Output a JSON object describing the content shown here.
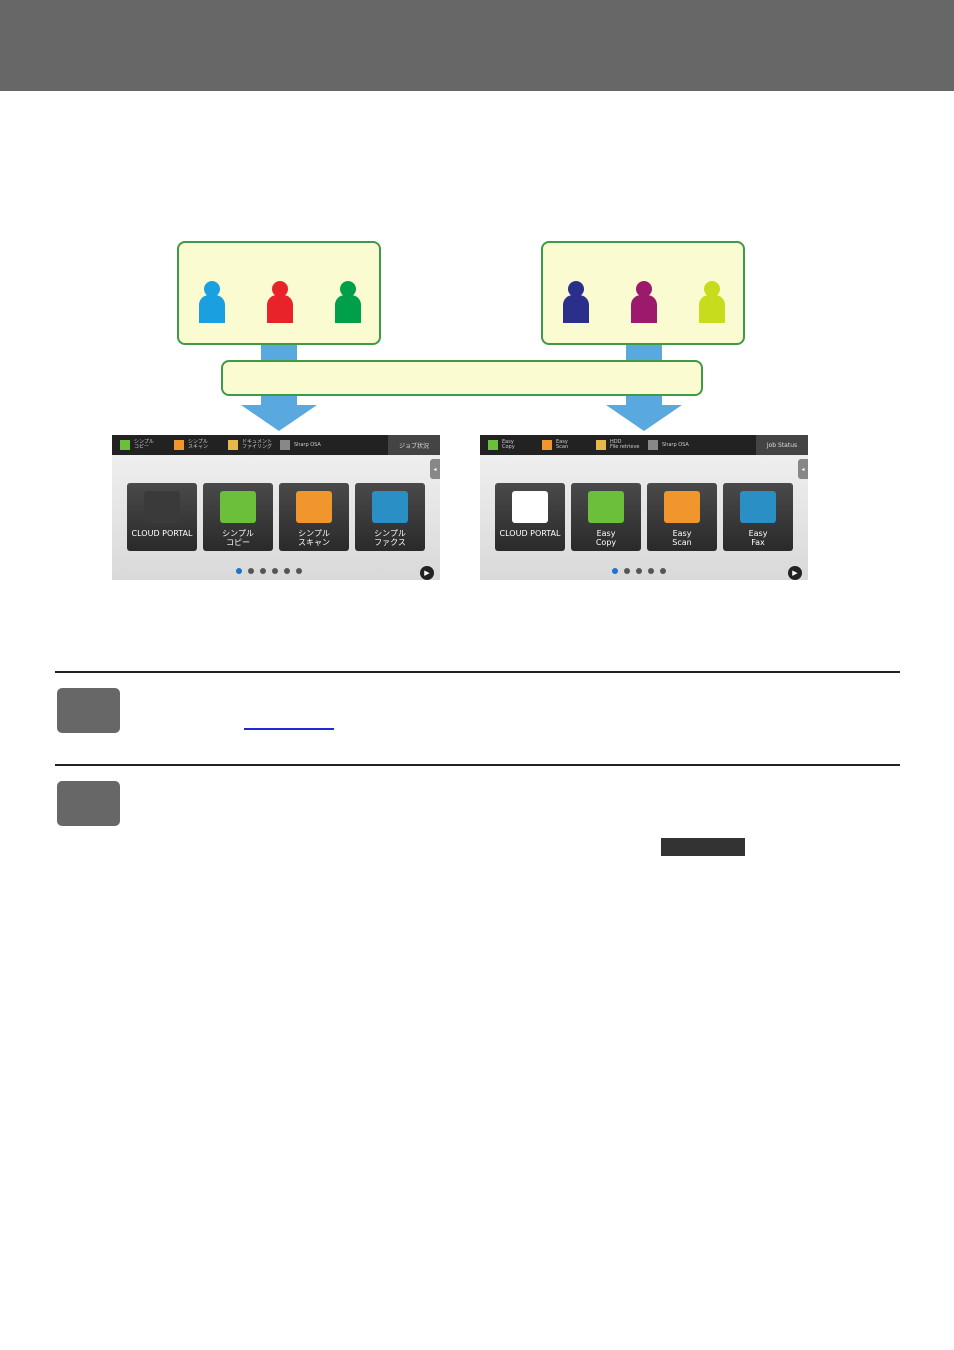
{
  "colors": {
    "header": "#676767",
    "group_fill": "#fbfbd2",
    "group_border": "#3e9a46",
    "arrow": "#59a9de",
    "step_box": "#676767",
    "link": "#1f2ad4"
  },
  "groups": [
    {
      "people": [
        "#1aa0e0",
        "#e8232a",
        "#00a04a"
      ]
    },
    {
      "people": [
        "#2b2f8c",
        "#9c1a6c",
        "#c8dc1e"
      ]
    }
  ],
  "panels": [
    {
      "topbar": [
        {
          "icon": "copy-icon",
          "label": "シンプル\nコピー",
          "color": "#6bbf3a"
        },
        {
          "icon": "scan-icon",
          "label": "シンプル\nスキャン",
          "color": "#f0962c"
        },
        {
          "icon": "folder-icon",
          "label": "ドキュメント\nファイリング",
          "color": "#e8b84a"
        },
        {
          "icon": "sharp-osa-icon",
          "label": "Sharp OSA",
          "color": "#888888"
        }
      ],
      "status_label": "ジョブ状況",
      "tiles": [
        {
          "icon": "cloud-icon",
          "label": "CLOUD PORTAL",
          "color": "#3a3a3a"
        },
        {
          "icon": "copy-icon",
          "label": "シンプル\nコピー",
          "color": "#6bbf3a"
        },
        {
          "icon": "scan-icon",
          "label": "シンプル\nスキャン",
          "color": "#f0962c"
        },
        {
          "icon": "fax-icon",
          "label": "シンプル\nファクス",
          "color": "#2a8fc4"
        }
      ],
      "dots": 6
    },
    {
      "topbar": [
        {
          "icon": "copy-icon",
          "label": "Easy\nCopy",
          "color": "#6bbf3a"
        },
        {
          "icon": "scan-icon",
          "label": "Easy\nScan",
          "color": "#f0962c"
        },
        {
          "icon": "folder-icon",
          "label": "HDD\nFile retrieve",
          "color": "#e8b84a"
        },
        {
          "icon": "sharp-osa-icon",
          "label": "Sharp OSA",
          "color": "#888888"
        }
      ],
      "status_label": "Job Status",
      "tiles": [
        {
          "icon": "cloud-portal-icon",
          "label": "CLOUD PORTAL",
          "color": "#ffffff"
        },
        {
          "icon": "copy-icon",
          "label": "Easy\nCopy",
          "color": "#6bbf3a"
        },
        {
          "icon": "scan-icon",
          "label": "Easy\nScan",
          "color": "#f0962c"
        },
        {
          "icon": "fax-icon",
          "label": "Easy\nFax",
          "color": "#2a8fc4"
        }
      ],
      "dots": 5
    }
  ]
}
